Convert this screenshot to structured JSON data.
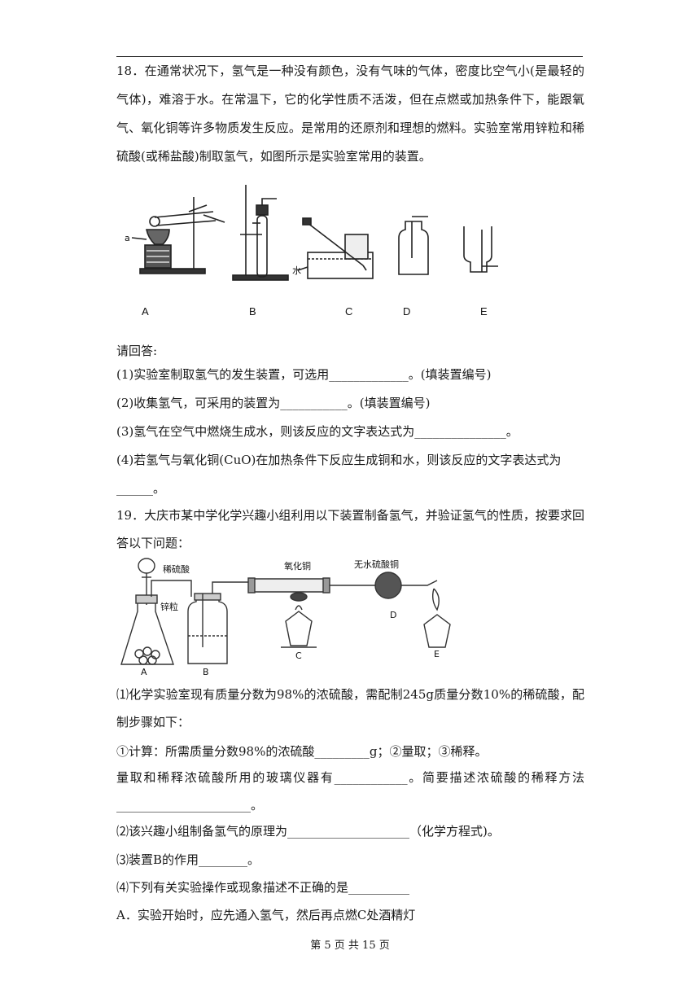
{
  "q18": {
    "intro": "18．在通常状况下，氢气是一种没有颜色，没有气味的气体，密度比空气小(是最轻的气体)，难溶于水。在常温下，它的化学性质不活泼，但在点燃或加热条件下，能跟氧气、氧化铜等许多物质发生反应。是常用的还原剂和理想的燃料。实验室常用锌粒和稀硫酸(或稀盐酸)制取氢气，如图所示是实验室常用的装置。",
    "figure": {
      "labels": [
        "A",
        "B",
        "C",
        "D",
        "E"
      ],
      "label_a": "a",
      "label_water": "水"
    },
    "prompt": "请回答:",
    "items": [
      "(1)实验室制取氢气的发生装置，可选用_____________。(填装置编号)",
      "(2)收集氢气，可采用的装置为___________。(填装置编号)",
      "(3)氢气在空气中燃烧生成水，则该反应的文字表达式为_______________。",
      "(4)若氢气与氧化铜(CuO)在加热条件下反应生成铜和水，则该反应的文字表达式为",
      "______。"
    ]
  },
  "q19": {
    "intro": "19．大庆市某中学化学兴趣小组利用以下装置制备氢气，并验证氢气的性质，按要求回答以下问题：",
    "figure": {
      "dilute_acid": "稀硫酸",
      "zinc": "锌粒",
      "copper_oxide": "氧化铜",
      "anhydrous_cuso4": "无水硫酸铜",
      "labels": [
        "A",
        "B",
        "C",
        "D",
        "E"
      ]
    },
    "items": [
      "⑴化学实验室现有质量分数为98%的浓硫酸，需配制245g质量分数10%的稀硫酸，配制步骤如下：",
      "①计算：所需质量分数98%的浓硫酸_________g；②量取；③稀释。",
      "量取和稀释浓硫酸所用的玻璃仪器有____________。简要描述浓硫酸的稀释方法______________________。",
      "⑵该兴趣小组制备氢气的原理为____________________（化学方程式)。",
      "⑶装置B的作用________。",
      "⑷下列有关实验操作或现象描述不正确的是__________",
      "A．实验开始时，应先通入氢气，然后再点燃C处酒精灯"
    ]
  },
  "footer": "第 5 页 共 15 页"
}
